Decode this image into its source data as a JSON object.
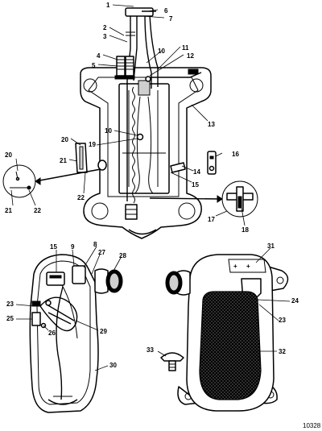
{
  "diagram": {
    "document_number": "10328",
    "callouts": [
      {
        "id": "c1",
        "label": "1"
      },
      {
        "id": "c2",
        "label": "2"
      },
      {
        "id": "c3",
        "label": "3"
      },
      {
        "id": "c4",
        "label": "4"
      },
      {
        "id": "c5",
        "label": "5"
      },
      {
        "id": "c6",
        "label": "6"
      },
      {
        "id": "c7",
        "label": "7"
      },
      {
        "id": "c10a",
        "label": "10"
      },
      {
        "id": "c11",
        "label": "11"
      },
      {
        "id": "c12",
        "label": "12"
      },
      {
        "id": "c13",
        "label": "13"
      },
      {
        "id": "c10b",
        "label": "10"
      },
      {
        "id": "c19",
        "label": "19"
      },
      {
        "id": "c20a",
        "label": "20"
      },
      {
        "id": "c20b",
        "label": "20"
      },
      {
        "id": "c21a",
        "label": "21"
      },
      {
        "id": "c21b",
        "label": "21"
      },
      {
        "id": "c22a",
        "label": "22"
      },
      {
        "id": "c22b",
        "label": "22"
      },
      {
        "id": "c16",
        "label": "16"
      },
      {
        "id": "c14",
        "label": "14"
      },
      {
        "id": "c15a",
        "label": "15"
      },
      {
        "id": "c17",
        "label": "17"
      },
      {
        "id": "c18",
        "label": "18"
      },
      {
        "id": "c15b",
        "label": "15"
      },
      {
        "id": "c9",
        "label": "9"
      },
      {
        "id": "c8",
        "label": "8"
      },
      {
        "id": "c27",
        "label": "27"
      },
      {
        "id": "c28",
        "label": "28"
      },
      {
        "id": "c23a",
        "label": "23"
      },
      {
        "id": "c25",
        "label": "25"
      },
      {
        "id": "c26",
        "label": "26"
      },
      {
        "id": "c29",
        "label": "29"
      },
      {
        "id": "c30",
        "label": "30"
      },
      {
        "id": "c31",
        "label": "31"
      },
      {
        "id": "c24",
        "label": "24"
      },
      {
        "id": "c23b",
        "label": "23"
      },
      {
        "id": "c33",
        "label": "33"
      },
      {
        "id": "c32",
        "label": "32"
      }
    ]
  }
}
